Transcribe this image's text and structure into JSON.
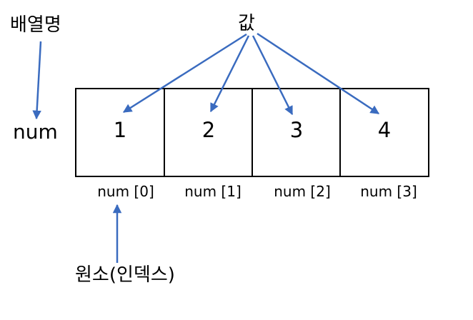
{
  "labels": {
    "array_name": "배열명",
    "value": "값",
    "variable": "num",
    "element_index": "원소(인덱스)"
  },
  "cells": [
    {
      "value": "1",
      "index": "num [0]"
    },
    {
      "value": "2",
      "index": "num [1]"
    },
    {
      "value": "3",
      "index": "num [2]"
    },
    {
      "value": "4",
      "index": "num [3]"
    }
  ],
  "colors": {
    "arrow": "#3a6bbf",
    "box": "#000000"
  }
}
